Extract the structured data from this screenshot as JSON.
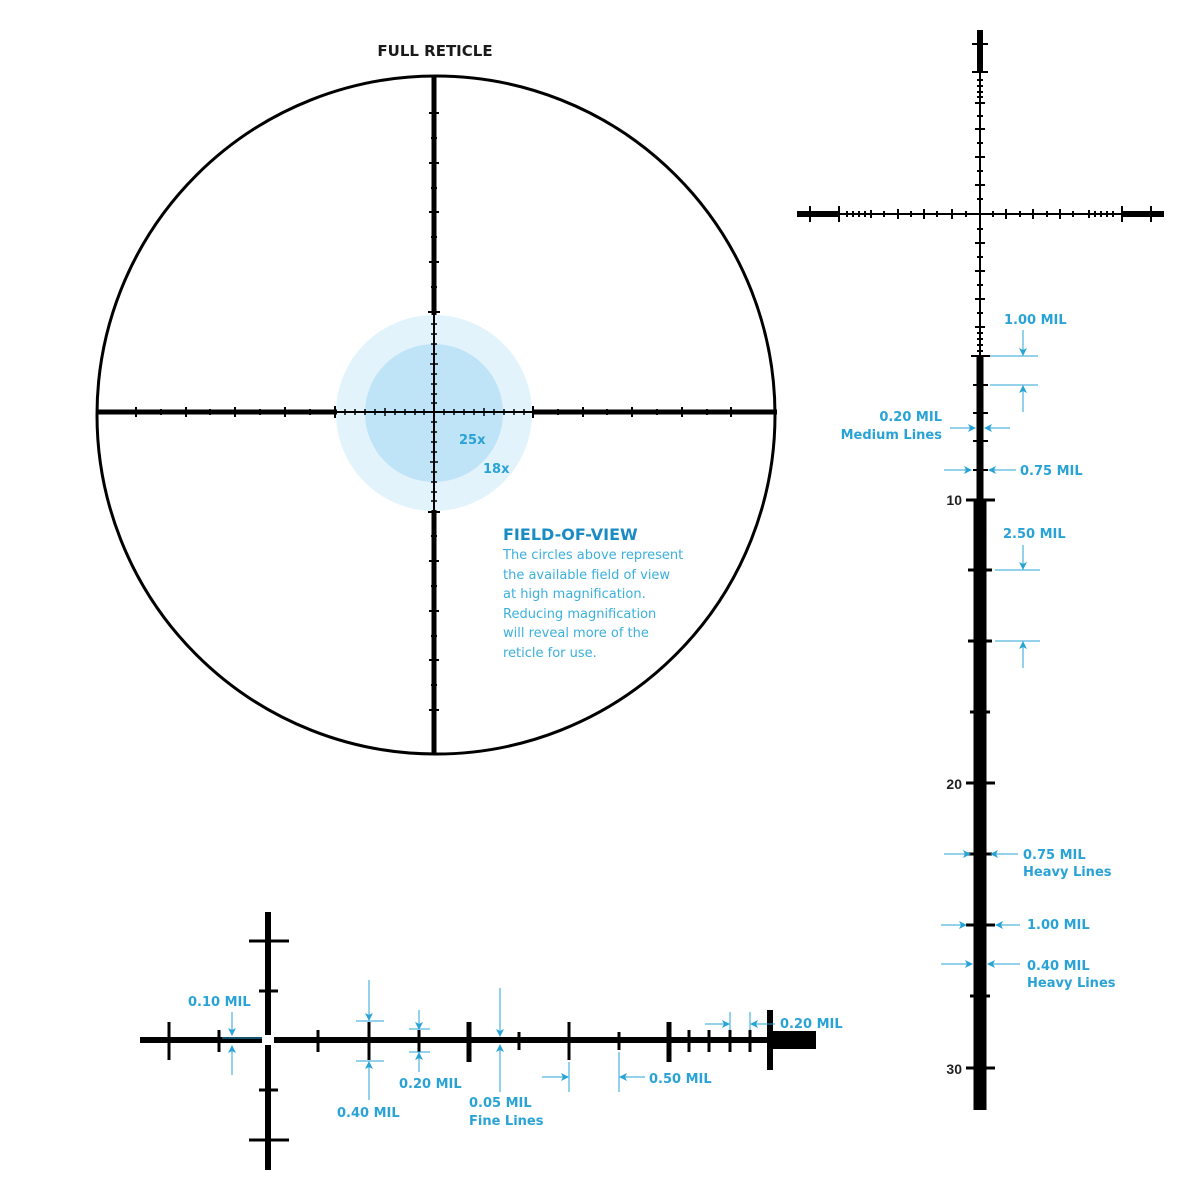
{
  "full_reticle": {
    "title": "FULL RETICLE",
    "fov_circles": [
      {
        "label": "25x",
        "color": "#bfe3f7"
      },
      {
        "label": "18x",
        "color": "#e3f3fc"
      }
    ],
    "fov_note": {
      "heading": "FIELD-OF-VIEW",
      "lines": [
        "The circles above represent",
        "the available field of view",
        "at high magnification.",
        "Reducing magnification",
        "will reveal more of the",
        "reticle for use."
      ]
    }
  },
  "vertical_scale": {
    "numbers": [
      "10",
      "20",
      "30"
    ],
    "callouts": {
      "a": "1.00 MIL",
      "b1": "0.20 MIL",
      "b2": "Medium Lines",
      "c": "0.75 MIL",
      "d": "2.50 MIL",
      "e1": "0.75 MIL",
      "e2": "Heavy Lines",
      "f": "1.00 MIL",
      "g1": "0.40 MIL",
      "g2": "Heavy Lines"
    }
  },
  "center_detail": {
    "callouts": {
      "a": "0.10 MIL",
      "b": "0.40 MIL",
      "c": "0.20 MIL",
      "d1": "0.05 MIL",
      "d2": "Fine Lines",
      "e": "0.50 MIL",
      "f": "0.20 MIL"
    }
  },
  "colors": {
    "accent": "#29a3d6",
    "reticle": "#000000",
    "fov_outer": "#e3f3fc",
    "fov_inner": "#bfe3f7"
  }
}
